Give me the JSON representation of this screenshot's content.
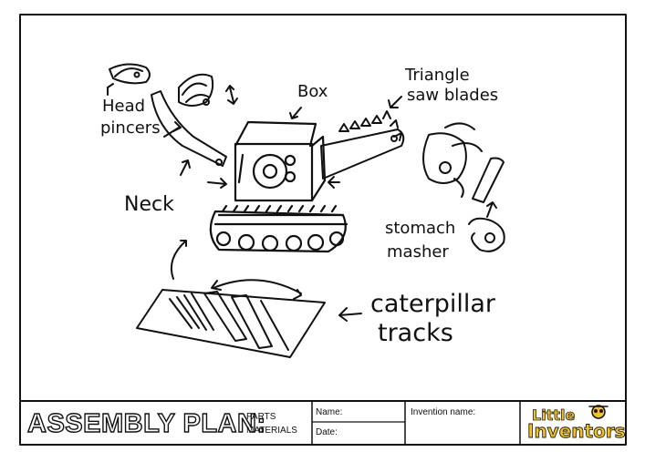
{
  "labels": {
    "head": "Head",
    "pincers": "pincers",
    "box": "Box",
    "triangle": "Triangle",
    "saw_blades": "saw blades",
    "neck": "Neck",
    "stomach": "stomach",
    "masher": "masher",
    "caterpillar": "caterpillar",
    "tracks": "tracks"
  },
  "title_block": {
    "title": "ASSEMBLY PLAN:",
    "parts": "PARTS",
    "materials": "MATERIALS",
    "name_label": "Name:",
    "date_label": "Date:",
    "invention_label": "Invention name:",
    "logo_line1": "Little",
    "logo_line2": "Inventors"
  },
  "colors": {
    "ink": "#111111",
    "logo_yellow": "#f4c21c"
  }
}
